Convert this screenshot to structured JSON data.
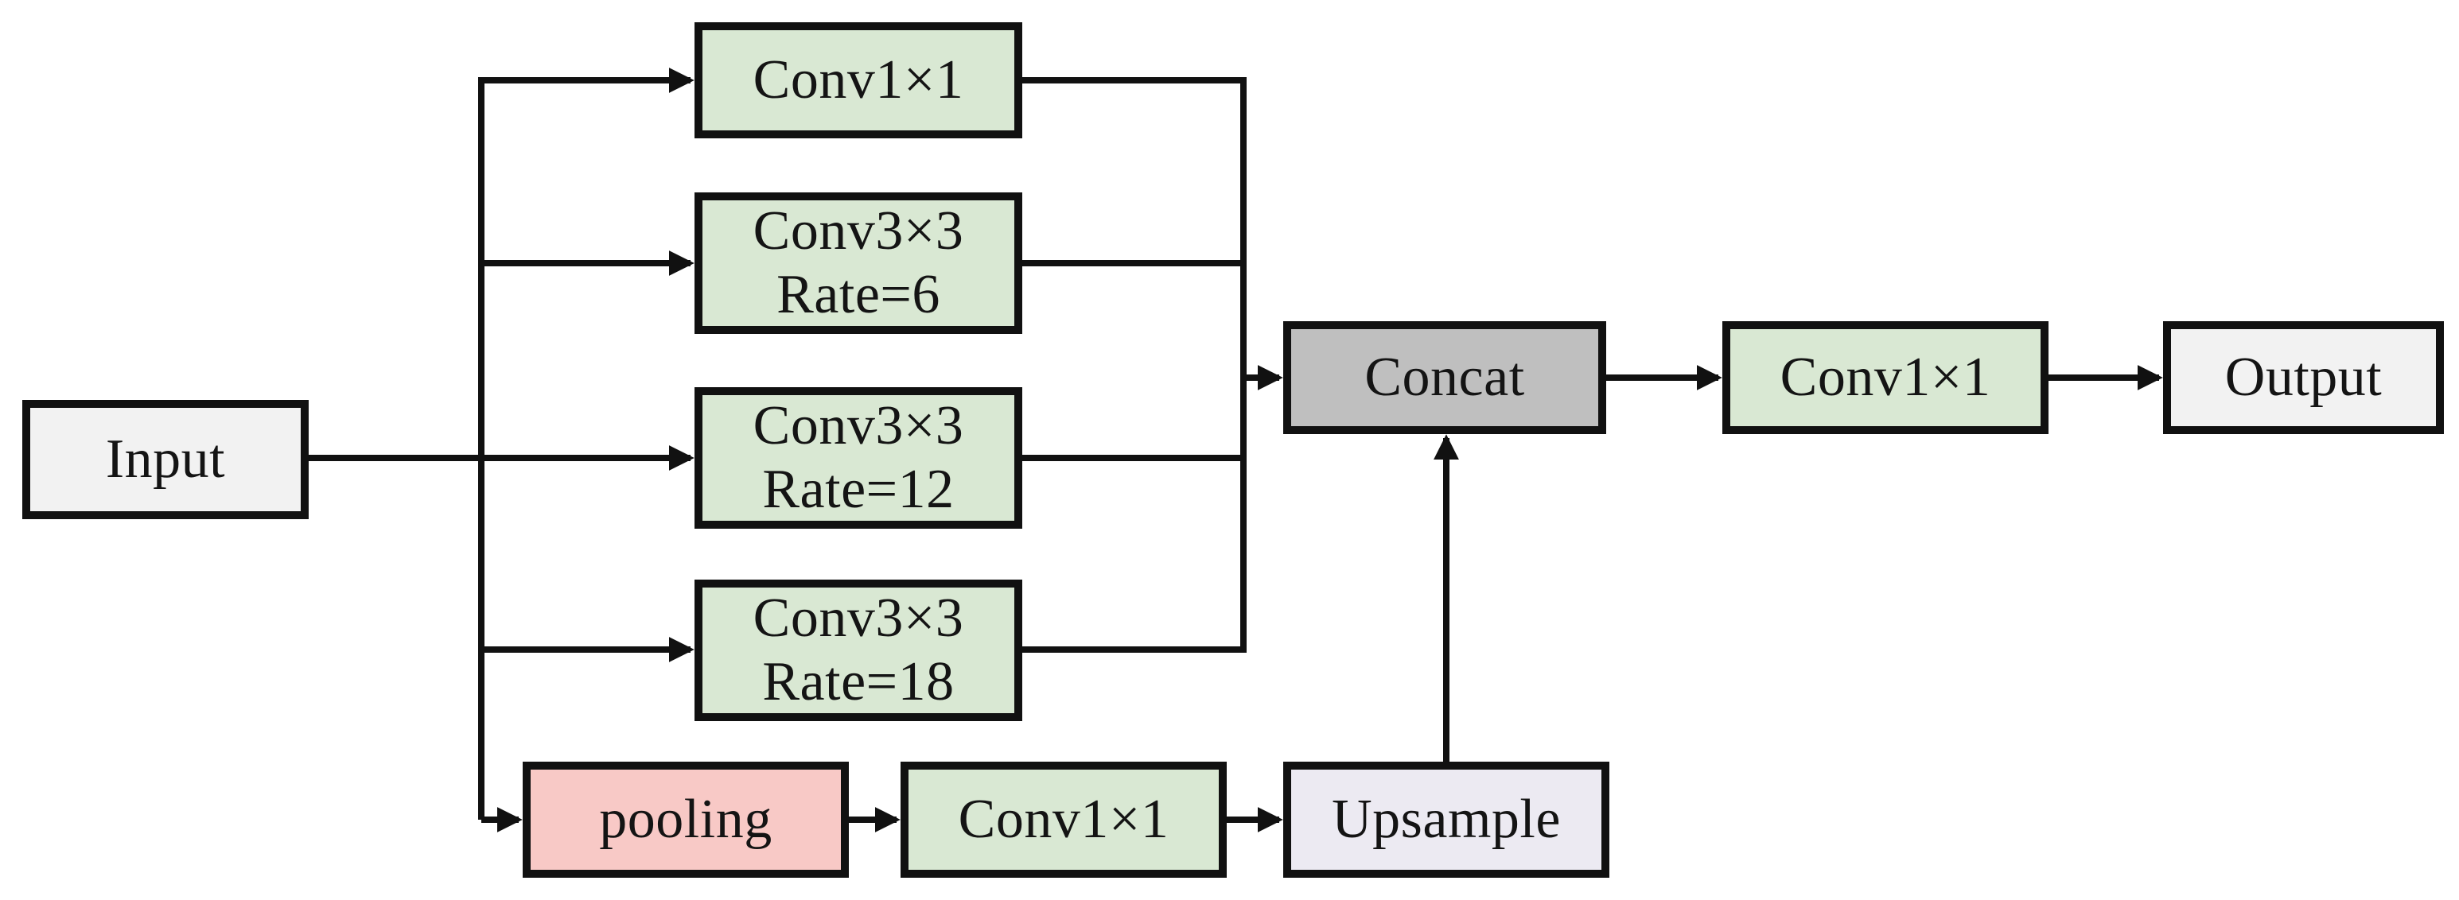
{
  "nodes": {
    "input": {
      "label": "Input"
    },
    "conv1x1_top": {
      "label": "Conv1×1"
    },
    "conv3x3_r6": {
      "line1": "Conv3×3",
      "line2": "Rate=6"
    },
    "conv3x3_r12": {
      "line1": "Conv3×3",
      "line2": "Rate=12"
    },
    "conv3x3_r18": {
      "line1": "Conv3×3",
      "line2": "Rate=18"
    },
    "pooling": {
      "label": "pooling"
    },
    "conv1x1_pool": {
      "label": "Conv1×1"
    },
    "upsample": {
      "label": "Upsample"
    },
    "concat": {
      "label": "Concat"
    },
    "conv1x1_out": {
      "label": "Conv1×1"
    },
    "output": {
      "label": "Output"
    }
  },
  "colors": {
    "stroke": "#111111",
    "green": "#d9e8d3",
    "pink": "#f8c9c6",
    "lavender": "#eceaf2",
    "gray": "#bfbfbf",
    "light": "#f2f2f2"
  }
}
